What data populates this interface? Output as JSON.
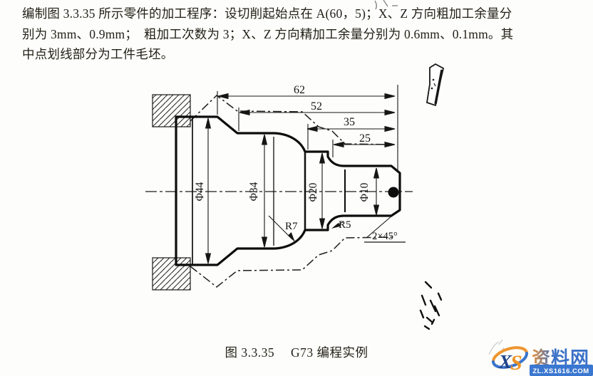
{
  "paragraph": {
    "line1": "编制图 3.3.35 所示零件的加工程序：设切削起始点在 A(60，5)；X、Z 方向粗加工余量分",
    "line2": "别为 3mm、0.9mm；　粗加工次数为 3；X、Z 方向精加工余量分别为 0.6mm、0.1mm。其",
    "line3": "中点划线部分为工件毛坯。"
  },
  "figure": {
    "caption": "图 3.3.35　 G73 编程实例",
    "length_dims": [
      {
        "label": "62"
      },
      {
        "label": "52"
      },
      {
        "label": "35"
      },
      {
        "label": "25"
      }
    ],
    "diameter_dims": [
      {
        "label": "Φ44"
      },
      {
        "label": "Φ34"
      },
      {
        "label": "Φ20"
      },
      {
        "label": "Φ10"
      }
    ],
    "radius_labels": [
      {
        "label": "R7"
      },
      {
        "label": "R5"
      }
    ],
    "chamfer_label": "2×45°"
  },
  "watermark": {
    "logo_x": "X",
    "logo_s": "S",
    "site_name": "资料网",
    "site_url": "ZL.XS1616.COM",
    "colors": {
      "blue": "#3a74cc",
      "orange": "#ee9530"
    }
  }
}
